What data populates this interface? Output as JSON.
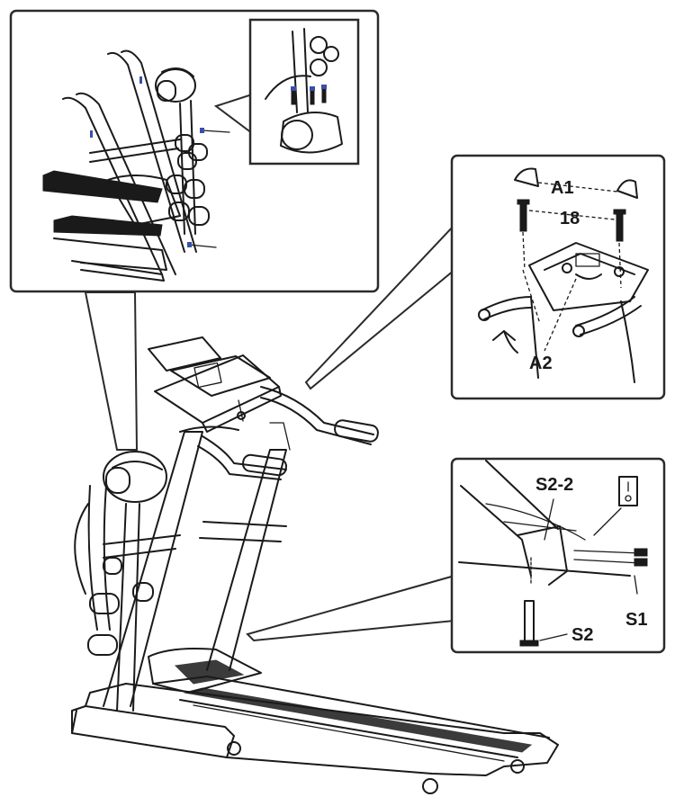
{
  "labels": {
    "a1": "A1",
    "p18": "18",
    "a2": "A2",
    "s2_2": "S2-2",
    "s1": "S1",
    "s2": "S2"
  },
  "colors": {
    "line": "#1a1a1a",
    "panel_border": "#2b2b2b",
    "screw_head": "#3a4fa8",
    "background": "#ffffff"
  }
}
